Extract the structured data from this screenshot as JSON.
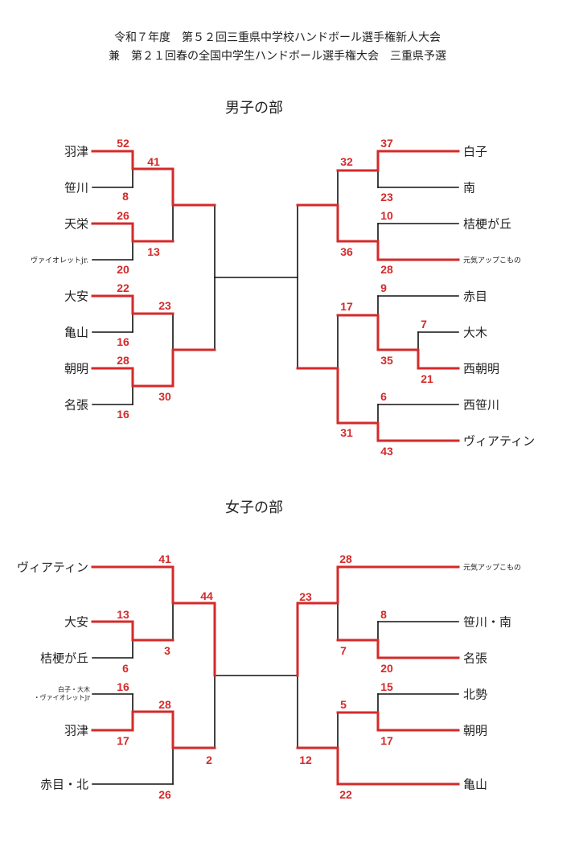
{
  "title": {
    "line1": "令和７年度　第５２回三重県中学校ハンドボール選手権新人大会",
    "line2": "兼　第２１回春の全国中学生ハンドボール選手権大会　三重県予選"
  },
  "colors": {
    "winner": "#d42a2a",
    "line": "#111111"
  },
  "boys": {
    "heading": "男子の部",
    "left_teams": [
      "羽津",
      "笹川",
      "天栄",
      "ヴァイオレットjr.",
      "大安",
      "亀山",
      "朝明",
      "名張"
    ],
    "right_teams": [
      "白子",
      "南",
      "桔梗が丘",
      "元気アップこもの",
      "赤目",
      "大木",
      "西朝明",
      "西笹川",
      "ヴィアティン"
    ],
    "left_scores": [
      "52",
      "8",
      "41",
      "13",
      "26",
      "20",
      "22",
      "16",
      "23",
      "30",
      "28",
      "16"
    ],
    "right_scores": [
      "37",
      "23",
      "32",
      "36",
      "10",
      "28",
      "9",
      "17",
      "35",
      "7",
      "21",
      "6",
      "31",
      "43"
    ]
  },
  "girls": {
    "heading": "女子の部",
    "left_teams": [
      "ヴィアティン",
      "大安",
      "桔梗が丘",
      "白子・大木",
      "・ヴァイオレットjr",
      "羽津",
      "赤目・北"
    ],
    "right_teams": [
      "元気アップこもの",
      "笹川・南",
      "名張",
      "北勢",
      "朝明",
      "亀山"
    ],
    "left_scores": [
      "41",
      "44",
      "13",
      "3",
      "6",
      "16",
      "28",
      "17",
      "2",
      "26"
    ],
    "right_scores": [
      "28",
      "23",
      "8",
      "7",
      "20",
      "15",
      "5",
      "17",
      "12",
      "22"
    ]
  }
}
